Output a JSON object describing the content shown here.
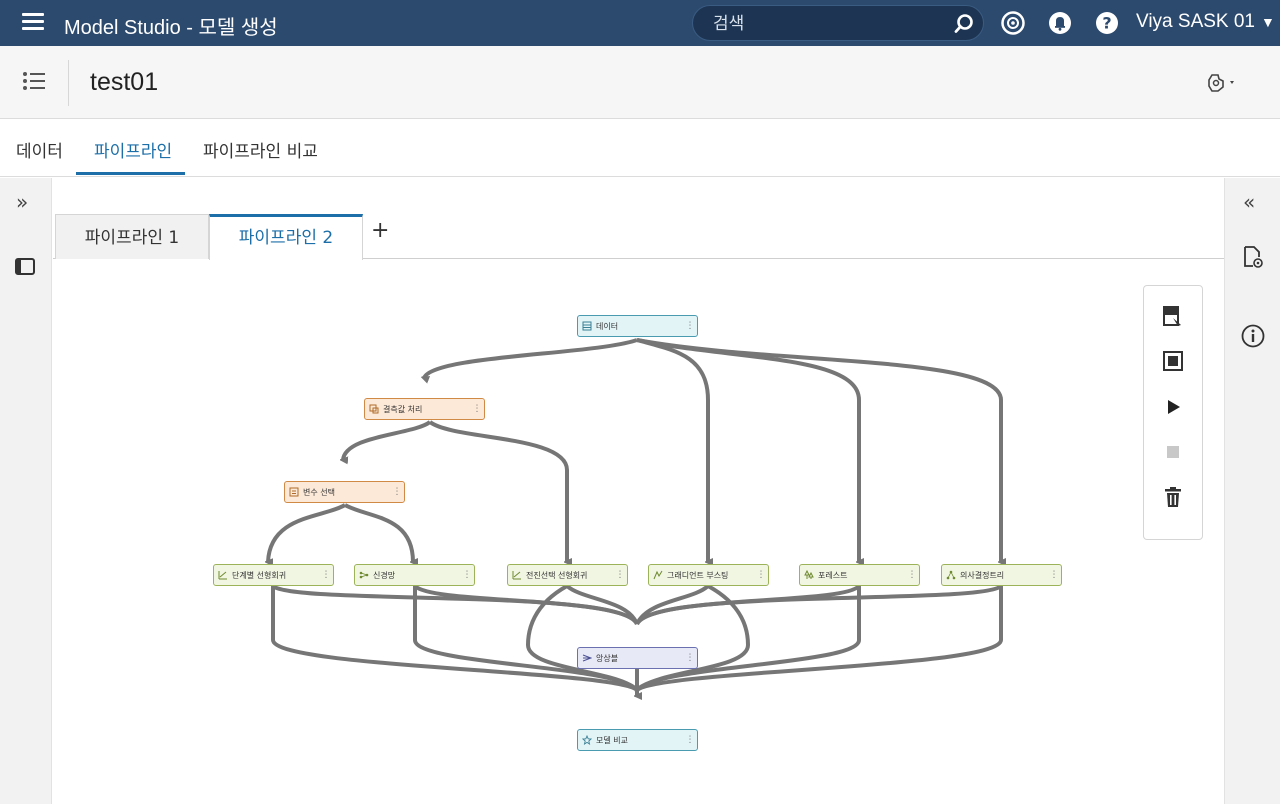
{
  "topbar": {
    "app_title": "Model Studio - 모델 생성",
    "search_placeholder": "검색",
    "user_name": "Viya SASK 01",
    "user_caret": "▼"
  },
  "project": {
    "name": "test01"
  },
  "main_tabs": [
    {
      "label": "데이터",
      "active": false
    },
    {
      "label": "파이프라인",
      "active": true
    },
    {
      "label": "파이프라인 비교",
      "active": false
    }
  ],
  "rails": {
    "left_expand": "»",
    "right_collapse": "«"
  },
  "pipeline_tabs": [
    {
      "label": "파이프라인 1",
      "active": false
    },
    {
      "label": "파이프라인 2",
      "active": true
    }
  ],
  "pipeline_add": "+",
  "node_menu_glyph": "⋮",
  "nodes": {
    "data": "데이터",
    "impute": "결측값 처리",
    "varsel": "변수 선택",
    "stepwise": "단계별 선형회귀",
    "neural": "신경망",
    "forward": "전진선택 선형회귀",
    "gboost": "그래디언트 부스팅",
    "forest": "포레스트",
    "dtree": "의사결정트리",
    "ensemble": "앙상블",
    "compare": "모델 비교"
  },
  "colors": {
    "topbar": "#2c4a6e",
    "accent": "#1c6fa8",
    "edge": "#767676",
    "data_node": "#e3f4f7",
    "prep_node": "#fde9d7",
    "model_node": "#f1f6e3",
    "ensemble_node": "#e8e9f7"
  },
  "icons": {
    "menu": "hamburger-icon",
    "search": "search-icon",
    "history": "history-icon",
    "notifications": "bell-icon",
    "help": "help-icon",
    "project_list": "list-icon",
    "settings": "settings-icon",
    "run": "play-icon",
    "stop": "stop-icon",
    "delete": "trash-icon"
  }
}
